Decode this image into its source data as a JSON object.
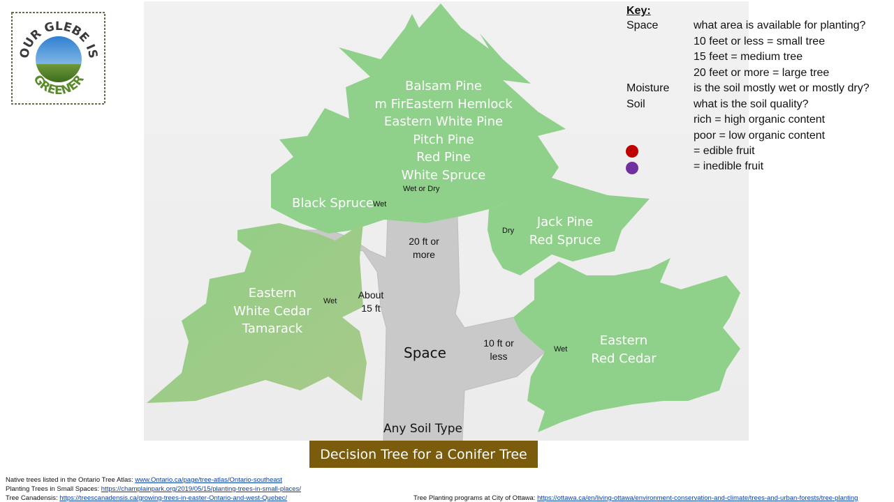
{
  "logo": {
    "text_top": "OUR GLEBE IS",
    "text_bottom": "GREENER"
  },
  "diagram": {
    "root_label": "Space",
    "trunk_base_label": "Any Soil Type",
    "branch_large": "20 ft or more",
    "branch_medium": "About 15 ft",
    "branch_small": "10 ft or less",
    "moisture_top_center": "Wet or Dry",
    "moisture_top_left": "Wet",
    "moisture_top_right": "Dry",
    "moisture_left": "Wet",
    "moisture_right": "Wet",
    "top_trees": [
      "Balsam Pine",
      "m FirEastern Hemlock",
      "Eastern White Pine",
      "Pitch Pine",
      "Red Pine",
      "White Spruce"
    ],
    "black_spruce": "Black Spruce",
    "right_top_trees": [
      "Jack Pine",
      "Red Spruce"
    ],
    "left_trees": [
      "Eastern",
      "White Cedar",
      "Tamarack"
    ],
    "right_trees": [
      "Eastern",
      "Red Cedar"
    ]
  },
  "title": "Decision Tree for a Conifer Tree",
  "key": {
    "heading": "Key:",
    "rows": [
      {
        "term": "Space",
        "desc": "what area is available for planting?"
      },
      {
        "term": "",
        "desc": "10 feet or less = small tree"
      },
      {
        "term": "",
        "desc": "15 feet = medium tree"
      },
      {
        "term": "",
        "desc": "20 feet or more = large tree"
      },
      {
        "term": "Moisture",
        "desc": "is the soil mostly wet or mostly dry?"
      },
      {
        "term": "Soil",
        "desc": "what is the soil quality?"
      },
      {
        "term": "",
        "desc": "rich = high organic content"
      },
      {
        "term": "",
        "desc": "poor = low organic content"
      }
    ],
    "edible": "= edible fruit",
    "inedible": "= inedible fruit",
    "edible_color": "#c00000",
    "inedible_color": "#7030a0"
  },
  "footer": {
    "line1_text": "Native trees listed in the Ontario Tree Atlas: ",
    "line1_link": "www.Ontario.ca/page/tree-atlas/Ontario-southeast",
    "line2_text": "Planting Trees in Small Spaces: ",
    "line2_link": "https://champlainpark.org/2019/05/15/planting-trees-in-small-places/",
    "line3_text": "Tree Canadensis: ",
    "line3_link": "https://treescanadensis.ca/growing-trees-in-easter-Ontario-and-west-Quebec/",
    "line4_text": "Tree Planting programs at City of Ottawa: ",
    "line4_link": "https://ottawa.ca/en/living-ottawa/environment-conservation-and-climate/trees-and-urban-forests/tree-planting"
  }
}
